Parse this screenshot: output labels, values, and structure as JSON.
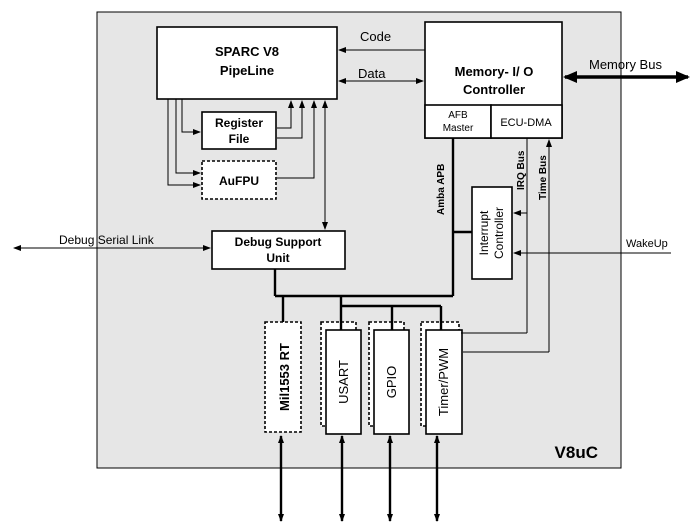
{
  "chip": {
    "name": "V8uC"
  },
  "blocks": {
    "pipeline": {
      "line1": "SPARC V8",
      "line2": "PipeLine"
    },
    "regfile": {
      "line1": "Register",
      "line2": "File"
    },
    "fpu": {
      "label": "AuFPU"
    },
    "mem": {
      "line1": "Memory- I/ O",
      "line2": "Controller"
    },
    "afb": {
      "line1": "AFB",
      "line2": "Master"
    },
    "ecu": {
      "label": "ECU-DMA"
    },
    "dsu": {
      "line1": "Debug Support",
      "line2": "Unit"
    },
    "irq": {
      "line1": "Interrupt",
      "line2": "Controller"
    },
    "mil": {
      "label": "Mil1553 RT"
    },
    "usart": {
      "label": "USART"
    },
    "gpio": {
      "label": "GPIO"
    },
    "timer": {
      "label": "Timer/PWM"
    }
  },
  "signals": {
    "code": "Code",
    "data": "Data",
    "memory_bus": "Memory Bus",
    "debug_link": "Debug Serial Link",
    "wakeup": "WakeUp",
    "amba_apb": "Amba APB",
    "irq_bus": "IRQ Bus",
    "time_bus": "Time Bus"
  }
}
